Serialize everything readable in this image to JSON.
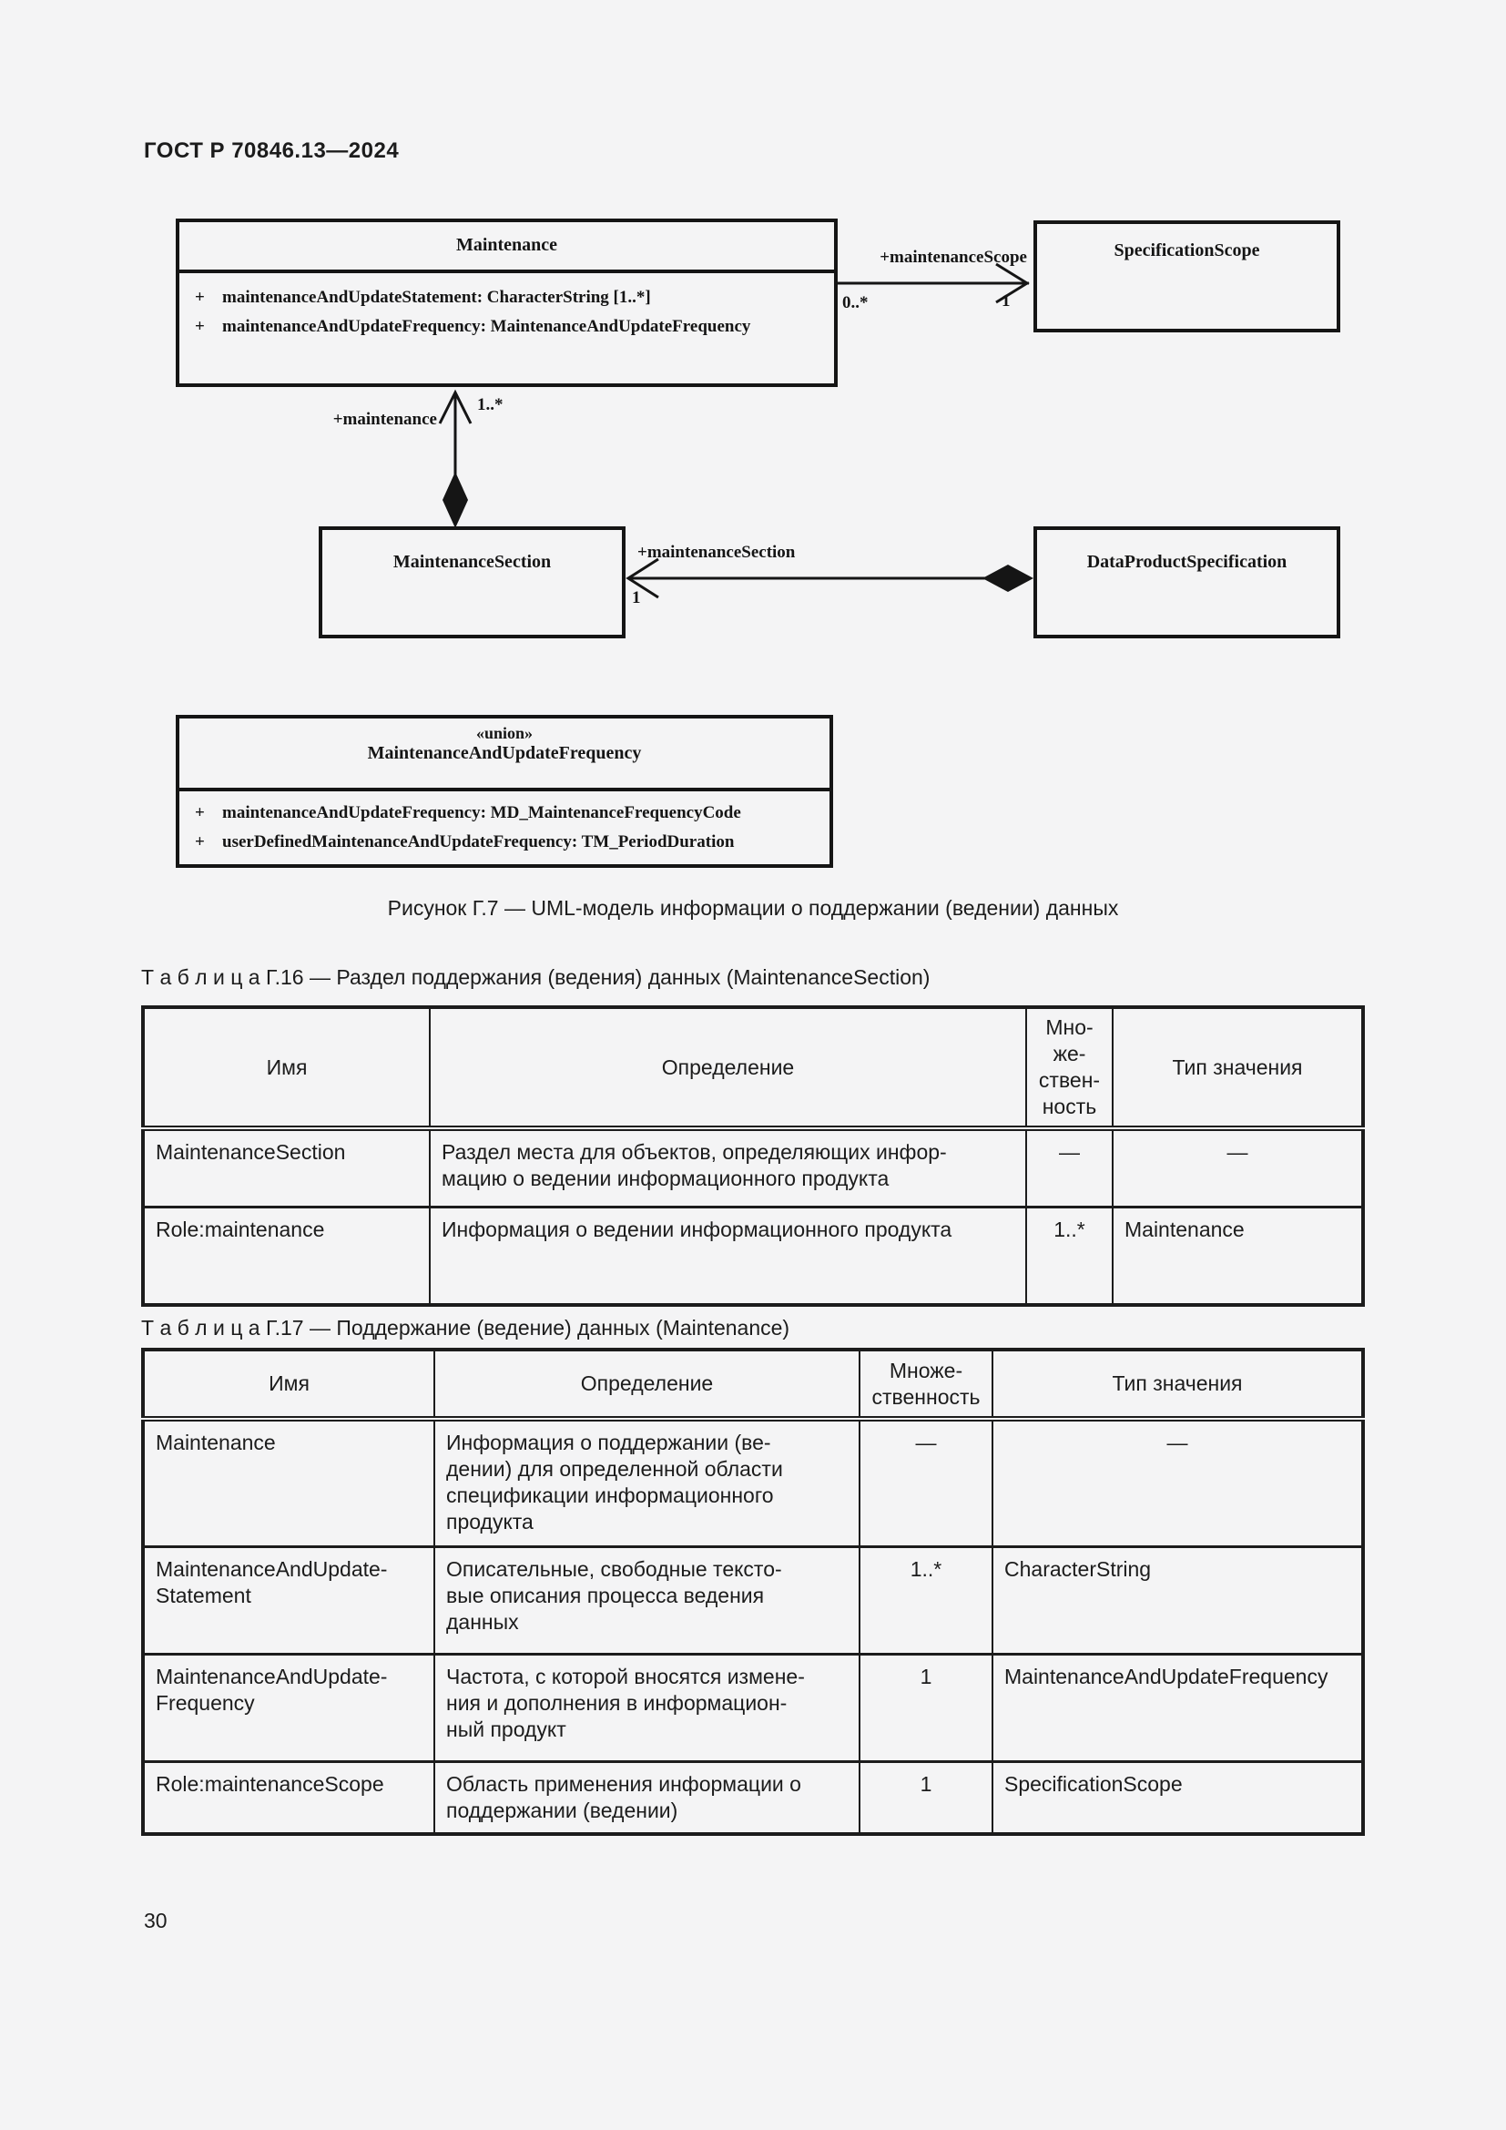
{
  "page": {
    "header": "ГОСТ Р 70846.13—2024",
    "page_number": "30"
  },
  "diagram": {
    "classes": {
      "maintenance": {
        "title": "Maintenance",
        "attributes": [
          {
            "vis": "+",
            "text": "maintenanceAndUpdateStatement: CharacterString [1..*]"
          },
          {
            "vis": "+",
            "text": "maintenanceAndUpdateFrequency: MaintenanceAndUpdateFrequency"
          }
        ]
      },
      "specification_scope": {
        "title": "SpecificationScope"
      },
      "maintenance_section": {
        "title": "MaintenanceSection"
      },
      "data_product_specification": {
        "title": "DataProductSpecification"
      },
      "maintenance_and_update_frequency": {
        "stereotype": "«union»",
        "title": "MaintenanceAndUpdateFrequency",
        "attributes": [
          {
            "vis": "+",
            "text": "maintenanceAndUpdateFrequency: MD_MaintenanceFrequencyCode"
          },
          {
            "vis": "+",
            "text": "userDefinedMaintenanceAndUpdateFrequency: TM_PeriodDuration"
          }
        ]
      }
    },
    "associations": {
      "maintenance_scope": {
        "role": "+maintenanceScope",
        "source_mult": "0..*",
        "target_mult": "1"
      },
      "maintenance": {
        "role": "+maintenance",
        "target_mult": "1..*"
      },
      "maintenance_section": {
        "role": "+maintenanceSection",
        "target_mult": "1"
      }
    }
  },
  "figure_caption": "Рисунок Г.7 — UML-модель информации о поддержании (ведении) данных",
  "table_g16": {
    "title": "Т а б л и ц а   Г.16 — Раздел поддержания (ведения) данных (MaintenanceSection)",
    "headers": {
      "name": "Имя",
      "definition": "Определение",
      "multiplicity": "Мно-\nже-\nствен-\nность",
      "value_type": "Тип значения"
    },
    "rows": [
      {
        "name": "MaintenanceSection",
        "definition": "Раздел места для объектов, определяющих инфор-\nмацию о ведении информационного продукта",
        "multiplicity": "—",
        "value_type": "—"
      },
      {
        "name": "Role:maintenance",
        "definition": "Информация о ведении информационного продукта",
        "multiplicity": "1..*",
        "value_type": "Maintenance"
      }
    ]
  },
  "table_g17": {
    "title": "Т а б л и ц а   Г.17 — Поддержание (ведение) данных (Maintenance)",
    "headers": {
      "name": "Имя",
      "definition": "Определение",
      "multiplicity": "Множе-\nственность",
      "value_type": "Тип значения"
    },
    "rows": [
      {
        "name": "Maintenance",
        "definition": "Информация о поддержании (ве-\nдении) для определенной области\nспецификации информационного\nпродукта",
        "multiplicity": "—",
        "value_type": "—"
      },
      {
        "name": "MaintenanceAndUpdate-\nStatement",
        "definition": "Описательные, свободные тексто-\nвые описания процесса ведения\nданных",
        "multiplicity": "1..*",
        "value_type": "CharacterString"
      },
      {
        "name": "MaintenanceAndUpdate-\nFrequency",
        "definition": "Частота, с которой вносятся измене-\nния и дополнения в информацион-\nный продукт",
        "multiplicity": "1",
        "value_type": "MaintenanceAndUpdateFrequency"
      },
      {
        "name": "Role:maintenanceScope",
        "definition": "Область применения информации о\nподдержании (ведении)",
        "multiplicity": "1",
        "value_type": "SpecificationScope"
      }
    ]
  }
}
